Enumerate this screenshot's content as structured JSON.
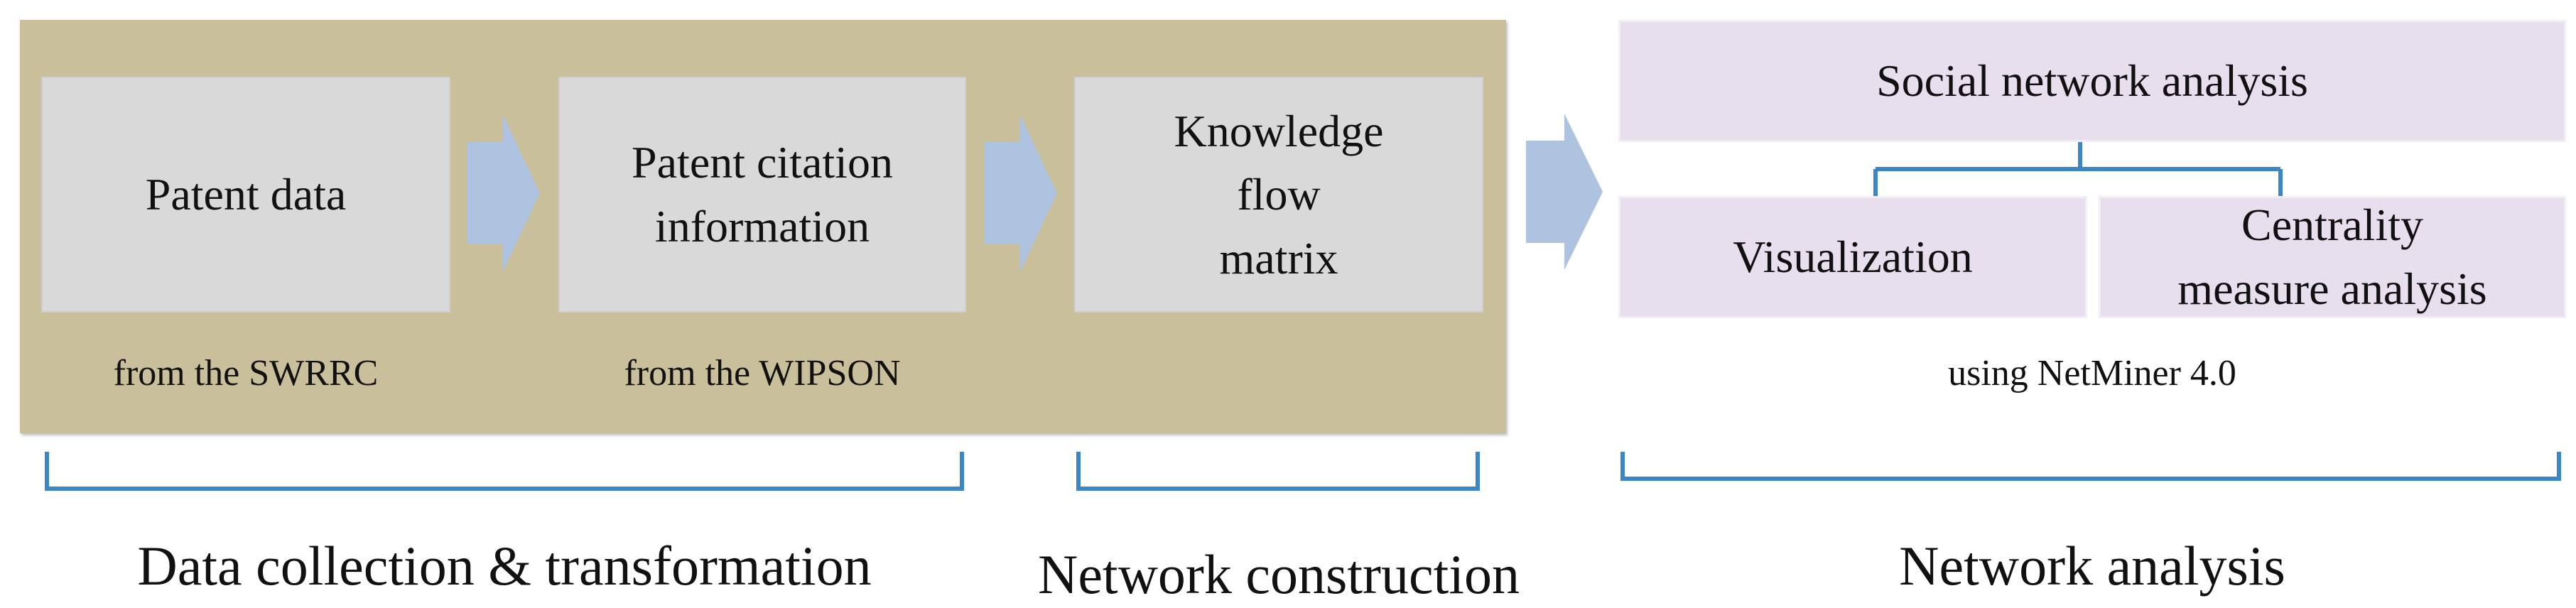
{
  "stage1": {
    "box1": "Patent data",
    "box1_source": "from the SWRRC",
    "box2": "Patent citation\ninformation",
    "box2_source": "from the WIPSON",
    "box3": "Knowledge\nflow\nmatrix"
  },
  "stage2": {
    "top": "Social network analysis",
    "left": "Visualization",
    "right": "Centrality\nmeasure analysis",
    "tool": "using NetMiner 4.0"
  },
  "phases": {
    "collection": "Data collection & transformation",
    "construction": "Network construction",
    "analysis": "Network analysis"
  },
  "colors": {
    "panel": "#c9bf9a",
    "gray_box": "#d9d9d9",
    "lilac_box": "#e8dfee",
    "arrow": "#aec3df",
    "bracket": "#3c86c6"
  }
}
